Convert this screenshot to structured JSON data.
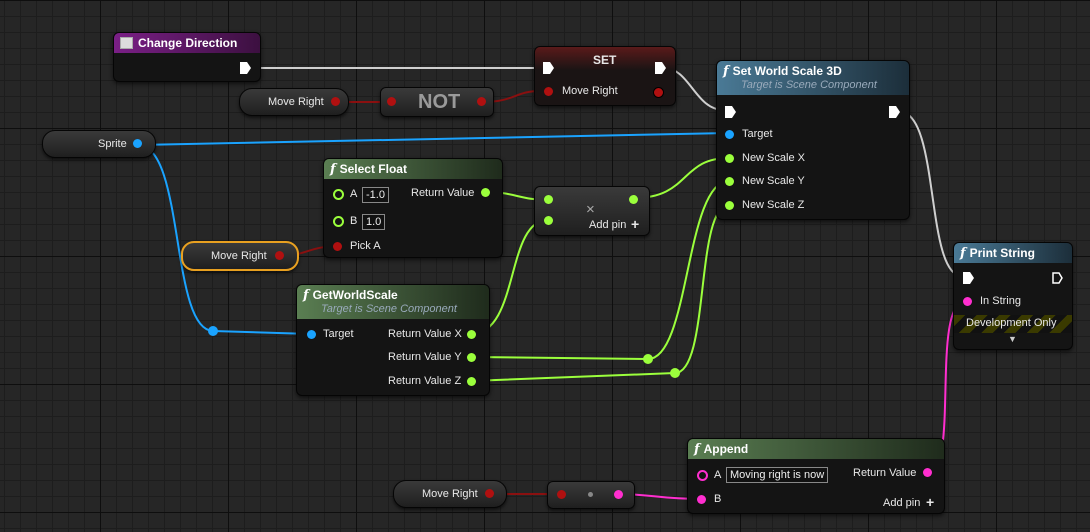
{
  "nodes": {
    "change_direction": {
      "title": "Change Direction"
    },
    "set": {
      "title": "SET",
      "pin_label": "Move Right"
    },
    "not": {
      "title": "NOT"
    },
    "set_world_scale": {
      "title": "Set World Scale 3D",
      "subtitle": "Target is Scene Component",
      "pins": [
        "Target",
        "New Scale X",
        "New Scale Y",
        "New Scale Z"
      ]
    },
    "select_float": {
      "title": "Select Float",
      "pin_a": "A",
      "pin_b": "B",
      "pin_pick": "Pick A",
      "value_a": "-1.0",
      "value_b": "1.0",
      "return": "Return Value"
    },
    "multiply": {
      "symbol": "×",
      "add_pin": "Add pin"
    },
    "get_world_scale": {
      "title": "GetWorldScale",
      "subtitle": "Target is Scene Component",
      "target": "Target",
      "outputs": [
        "Return Value X",
        "Return Value Y",
        "Return Value Z"
      ]
    },
    "print_string": {
      "title": "Print String",
      "in_string": "In String",
      "dev_only": "Development Only"
    },
    "append": {
      "title": "Append",
      "pin_a": "A",
      "pin_b": "B",
      "value_a": "Moving right is now",
      "return": "Return Value",
      "add_pin": "Add pin"
    }
  },
  "getters": {
    "move_right_1": "Move Right",
    "sprite": "Sprite",
    "move_right_2": "Move Right",
    "move_right_3": "Move Right"
  },
  "colors": {
    "float_pin": "#9bff3c",
    "object_pin": "#1aa3ff",
    "bool_pin": "#b01010",
    "string_pin": "#ff2ecf",
    "exec_pin": "#ffffff"
  }
}
